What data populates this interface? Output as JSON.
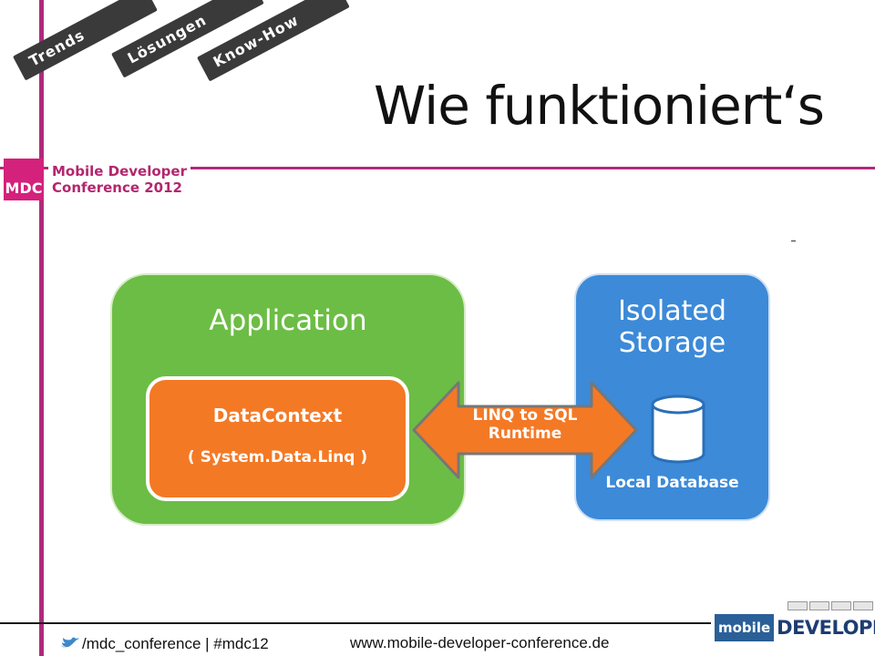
{
  "header": {
    "tabs": [
      {
        "label": "Trends"
      },
      {
        "label": "Lösungen"
      },
      {
        "label": "Know-How"
      }
    ],
    "title": "Wie funktioniert‘s"
  },
  "logo": {
    "badge": "MDC",
    "line1": "Mobile Developer",
    "line2": "Conference 2012",
    "color": "#d4217b"
  },
  "diagram": {
    "application": {
      "title": "Application",
      "color": "#6cbd45",
      "inner": {
        "title": "DataContext",
        "subtitle": "( System.Data.Linq )",
        "color": "#f47925"
      }
    },
    "connector": {
      "line1": "LINQ to SQL",
      "line2": "Runtime"
    },
    "storage": {
      "title_line1": "Isolated",
      "title_line2": "Storage",
      "icon": "database-icon",
      "label": "Local Database",
      "color": "#3c8ad8"
    }
  },
  "footer": {
    "social": "/mdc_conference | #mdc12",
    "url": "www.mobile-developer-conference.de",
    "brand_mobile": "mobile",
    "brand_developer": "DEVELOPER"
  },
  "colors": {
    "accent": "#b02a7c",
    "tab_bg": "#3a3a3a"
  }
}
